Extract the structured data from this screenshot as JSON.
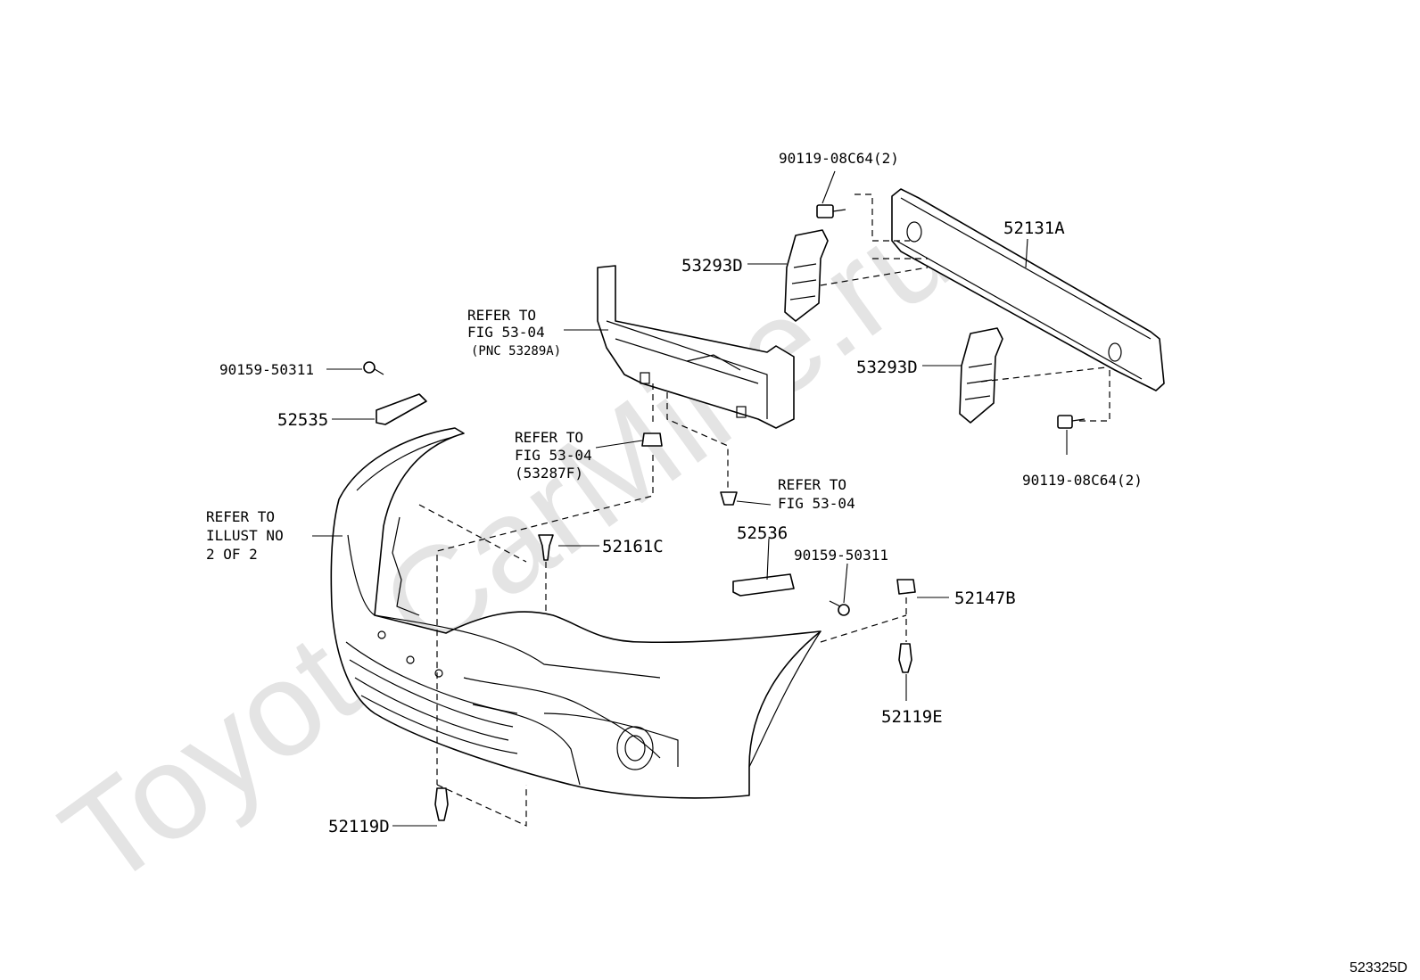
{
  "watermark": "ToyotaCarMine.ru",
  "drawing_code": "523325D",
  "labels": {
    "bolt_top": "90119-08C64(2)",
    "bolt_bottom": "90119-08C64(2)",
    "reinforcement": "52131A",
    "extension_upper": "53293D",
    "extension_lower": "53293D",
    "retainer_left": "52535",
    "retainer_right": "52536",
    "screw_left": "90159-50311",
    "screw_right": "90159-50311",
    "clip_center": "52161C",
    "nut_right": "52147B",
    "bolt_right": "52119E",
    "bolt_left": "52119D"
  },
  "notes": {
    "refer_cover": [
      "REFER TO",
      "FIG 53-04",
      "(PNC 53289A)"
    ],
    "refer_clip": [
      "REFER TO",
      "FIG 53-04",
      "(53287F)"
    ],
    "refer_clip2": [
      "REFER TO",
      "FIG 53-04"
    ],
    "refer_illust": [
      "REFER TO",
      "ILLUST NO",
      "2 OF 2"
    ]
  }
}
